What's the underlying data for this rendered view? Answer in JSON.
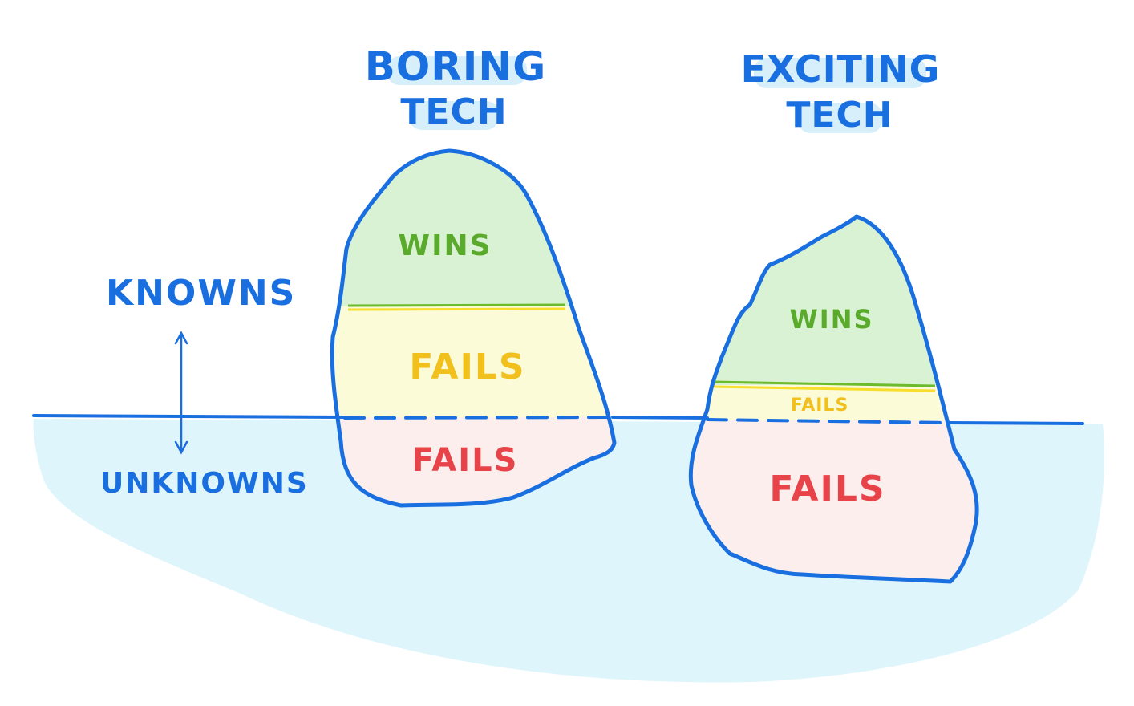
{
  "colors": {
    "outline": "#1a6fe0",
    "water": "#dff5fc",
    "title_highlight": "#d6effb",
    "wins_fill": "#d9f2d3",
    "wins_text": "#5aaa2c",
    "fails_known_fill": "#fbfbd8",
    "fails_known_text": "#f2c01c",
    "fails_unknown_fill": "#fbeeec",
    "fails_unknown_text": "#e9434a",
    "divider_green": "#6cbb2d",
    "divider_yellow": "#f7de2c"
  },
  "labels": {
    "knowns": "KNOWNS",
    "unknowns": "UNKNOWNS"
  },
  "icebergs": [
    {
      "title_line1": "BORING",
      "title_line2": "TECH",
      "wins": "WINS",
      "fails_above": "FAILS",
      "fails_below": "FAILS"
    },
    {
      "title_line1": "EXCITING",
      "title_line2": "TECH",
      "wins": "WINS",
      "fails_above": "FAILS",
      "fails_below": "FAILS"
    }
  ]
}
